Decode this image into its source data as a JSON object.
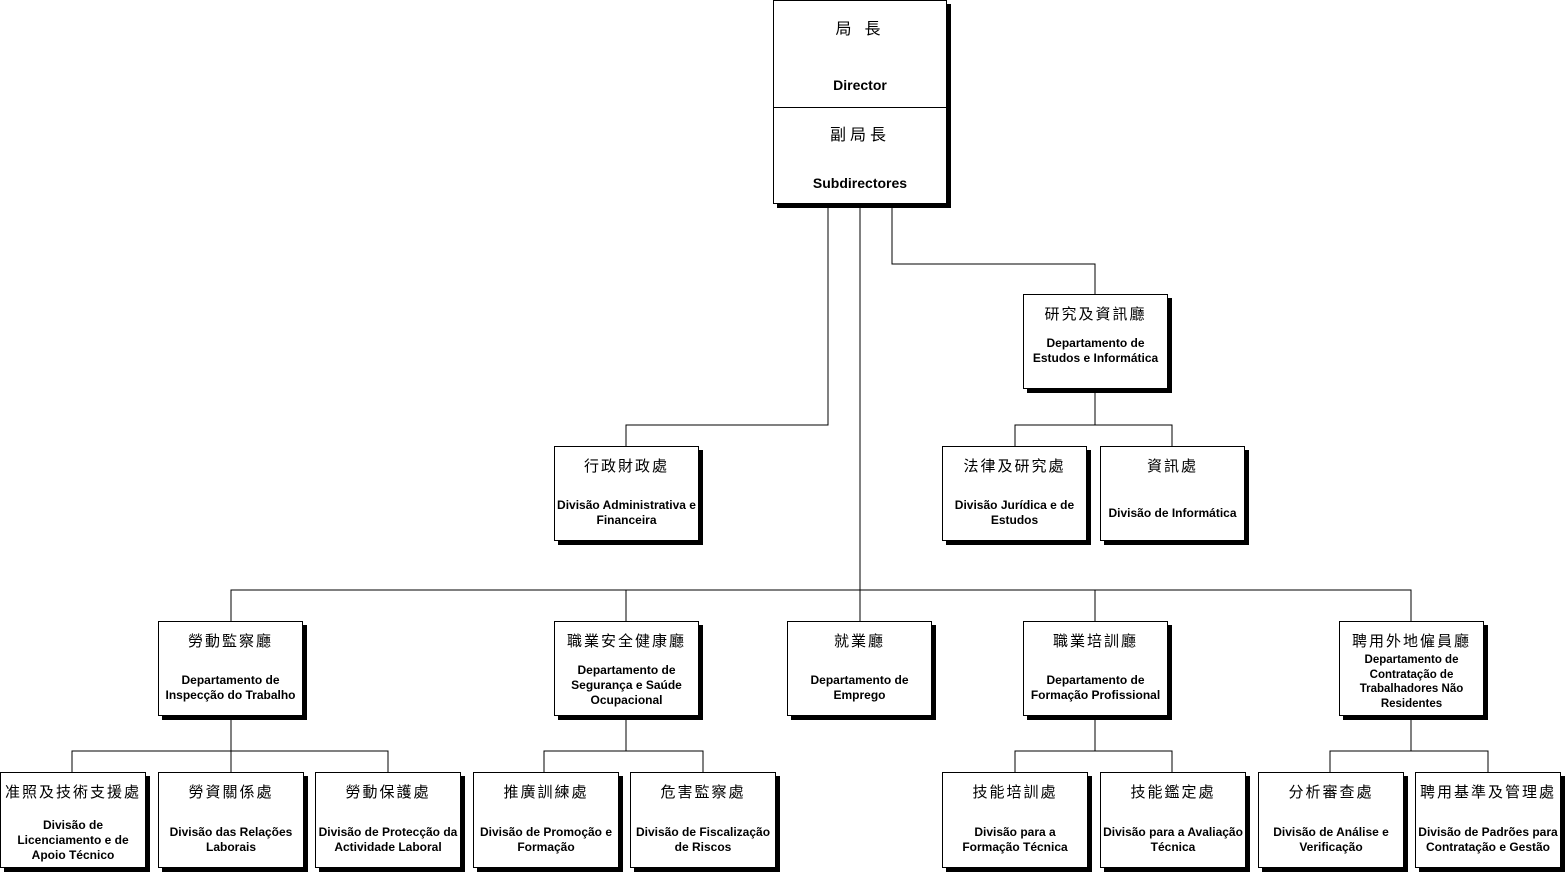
{
  "director": {
    "zh": "局 長",
    "pt": "Director"
  },
  "subdirector": {
    "zh": "副局長",
    "pt": "Subdirectores"
  },
  "units": {
    "estudos_informatica": {
      "zh": "研究及資訊廳",
      "pt": "Departamento de Estudos e Informática"
    },
    "administrativa": {
      "zh": "行政財政處",
      "pt": "Divisão Administrativa e Financeira"
    },
    "juridica": {
      "zh": "法律及研究處",
      "pt": "Divisão Jurídica e de Estudos"
    },
    "informatica": {
      "zh": "資訊處",
      "pt": "Divisão de Informática"
    },
    "inspeccao": {
      "zh": "勞動監察廳",
      "pt": "Departamento de Inspecção do Trabalho"
    },
    "seguranca": {
      "zh": "職業安全健康廳",
      "pt": "Departamento de Segurança e Saúde Ocupacional"
    },
    "emprego": {
      "zh": "就業廳",
      "pt": "Departamento de Emprego"
    },
    "formacao": {
      "zh": "職業培訓廳",
      "pt": "Departamento de Formação Profissional"
    },
    "contratacao": {
      "zh": "聘用外地僱員廳",
      "pt": "Departamento de Contratação de Trabalhadores Não Residentes"
    },
    "licenciamento": {
      "zh": "准照及技術支援處",
      "pt": "Divisão de Licenciamento e de Apoio Técnico"
    },
    "relacoes": {
      "zh": "勞資關係處",
      "pt": "Divisão das Relações Laborais"
    },
    "proteccao": {
      "zh": "勞動保護處",
      "pt": "Divisão de Protecção da Actividade Laboral"
    },
    "promocao": {
      "zh": "推廣訓練處",
      "pt": "Divisão de Promoção e Formação"
    },
    "fiscalizacao": {
      "zh": "危害監察處",
      "pt": "Divisão de Fiscalização de Riscos"
    },
    "formacao_tecnica": {
      "zh": "技能培訓處",
      "pt": "Divisão para a Formação Técnica"
    },
    "avaliacao_tecnica": {
      "zh": "技能鑑定處",
      "pt": "Divisão para a Avaliação Técnica"
    },
    "analise": {
      "zh": "分析審查處",
      "pt": "Divisão de Análise e Verificação"
    },
    "padroes": {
      "zh": "聘用基準及管理處",
      "pt": "Divisão de Padrões para Contratação e Gestão"
    }
  }
}
